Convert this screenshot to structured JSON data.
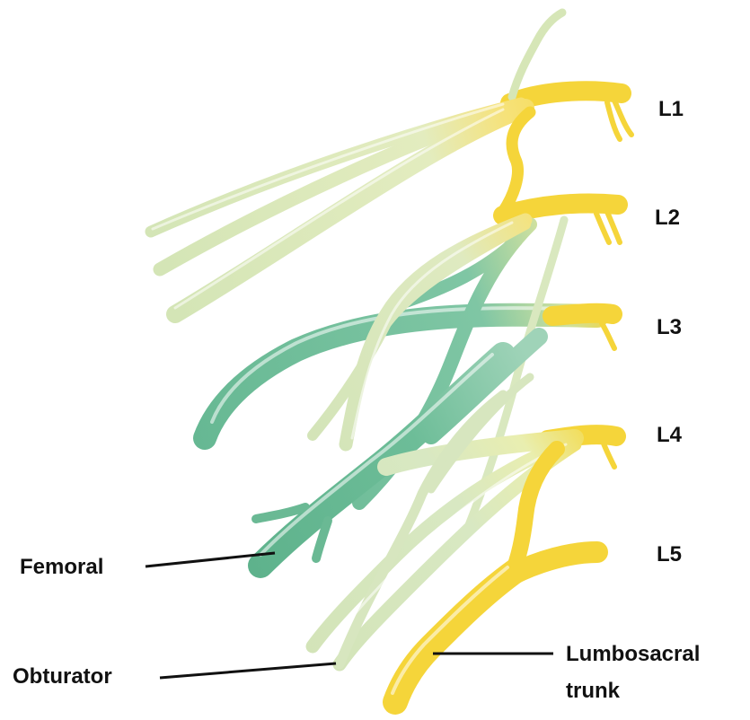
{
  "roots": [
    {
      "id": "L1",
      "label": "L1"
    },
    {
      "id": "L2",
      "label": "L2"
    },
    {
      "id": "L3",
      "label": "L3"
    },
    {
      "id": "L4",
      "label": "L4"
    },
    {
      "id": "L5",
      "label": "L5"
    }
  ],
  "nerves": {
    "femoral": "Femoral",
    "obturator": "Obturator",
    "lumbosacral_line1": "Lumbosacral",
    "lumbosacral_line2": "trunk"
  },
  "colors": {
    "root_yellow": "#f5d83a",
    "pale_green": "#d7e6bd",
    "teal_green": "#6fbf9a",
    "leader_line": "#111111"
  }
}
